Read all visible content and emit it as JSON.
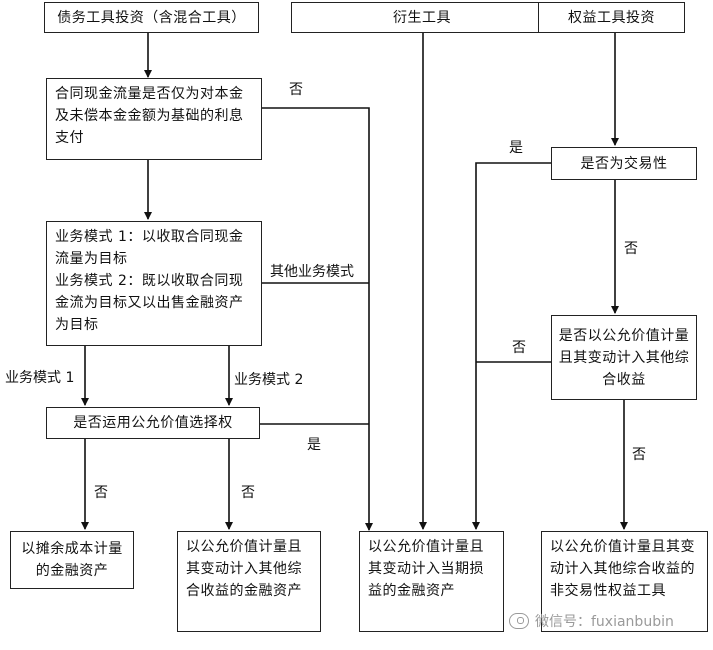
{
  "boxes": {
    "debt": "债务工具投资（含混合工具）",
    "derivative": "衍生工具",
    "equity": "权益工具投资",
    "cashflow": "合同现金流量是否仅为对本金及未偿本金金额为基础的利息支付",
    "model_line1": "业务模式 1：以收取合同现金流量为目标",
    "model_line2": "业务模式 2：既以收取合同现金流为目标又以出售金融资产为目标",
    "fvo": "是否运用公允价值选择权",
    "trading": "是否为交易性",
    "oci_designate": "是否以公允价值计量且其变动计入其他综合收益",
    "amortized": "以摊余成本计量的金融资产",
    "fvoci_debt": "以公允价值计量且其变动计入其他综合收益的金融资产",
    "fvpl": "以公允价值计量且其变动计入当期损益的金融资产",
    "fvoci_equity": "以公允价值计量且其变动计入其他综合收益的非交易性权益工具"
  },
  "labels": {
    "no_cashflow": "否",
    "other_models": "其他业务模式",
    "model1": "业务模式 1",
    "model2": "业务模式 2",
    "yes_fvo": "是",
    "no_fvo_left": "否",
    "no_fvo_right": "否",
    "yes_trading": "是",
    "no_trading": "否",
    "no_oci_designate": "否",
    "yes_oci": "否"
  },
  "watermark": "微信号：fuxianbubin",
  "icons": {
    "watermark": "wechat-icon"
  }
}
